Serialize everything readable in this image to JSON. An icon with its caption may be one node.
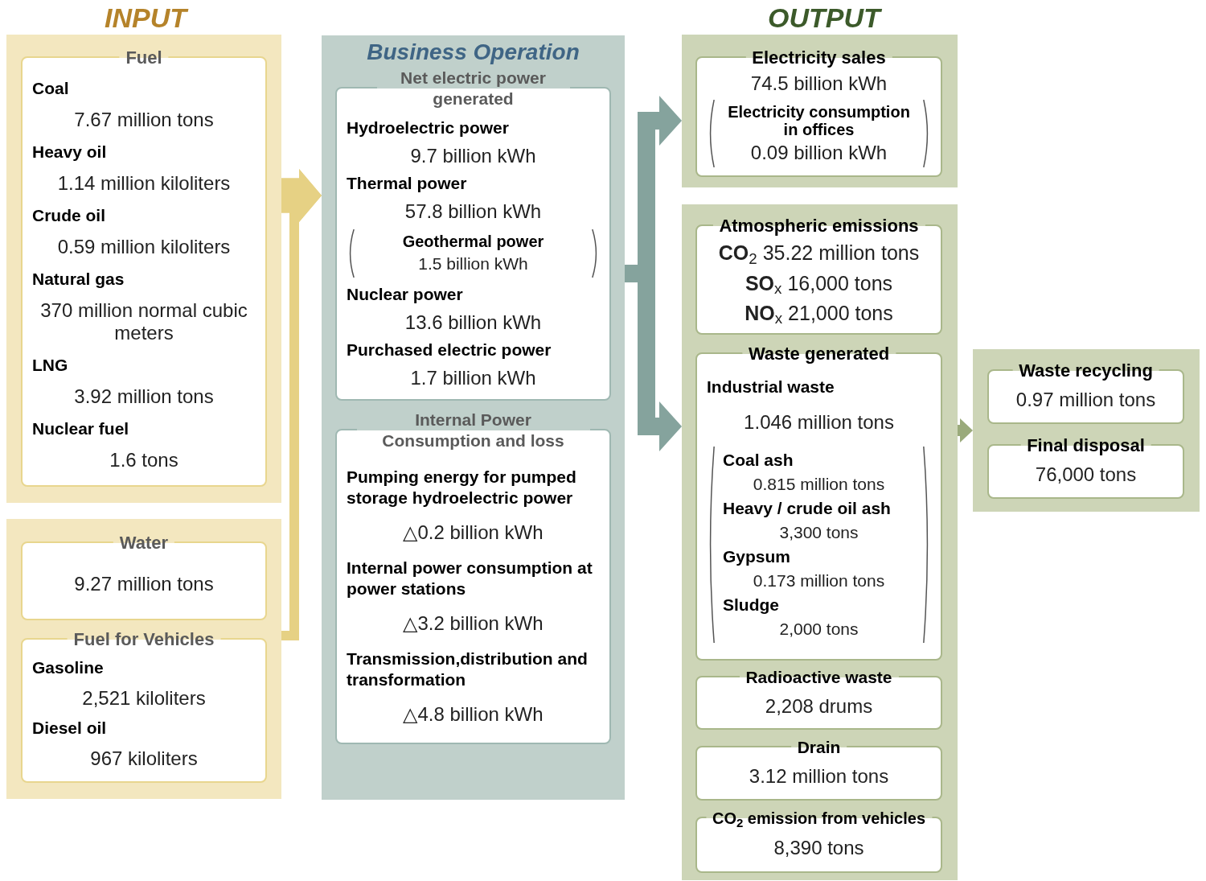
{
  "diagram": {
    "nodes": [
      {
        "text": [],
        "shape": "box"
      },
      {
        "text": [
          "Fuel",
          "Coal",
          "7.67 million tons",
          "Heavy oil",
          "1.14 million kiloliters",
          "Crude oil",
          "0.59 million kiloliters",
          "Natural gas",
          "370 million normal cubic meters",
          "LNG",
          "3.92 million tons",
          "Nuclear fuel",
          "1.6 tons"
        ],
        "in": 0
      },
      {
        "text": [],
        "shape": "box"
      },
      {
        "text": [
          "Water",
          "9.27 million tons"
        ],
        "in": 2
      },
      {
        "text": [
          "Fuel for Vehicles",
          "Gasoline",
          "2,521 kiloliters",
          "Diesel oil",
          "967 kiloliters"
        ],
        "in": 2
      },
      {
        "text": [
          "Business Operation"
        ]
      },
      {
        "text": [
          "Net electric power generated",
          "Hydroelectric power",
          "9.7 billion kWh",
          "Thermal power",
          "57.8 billion kWh",
          "Geothermal power",
          "1.5 billion kWh",
          "Nuclear power",
          "13.6 billion kWh",
          "Purchased electric power",
          "1.7 billion kWh"
        ],
        "in": 5
      },
      {
        "text": [
          "Internal Power Consumption and loss",
          "Pumping energy for pumped storage hydroelectric power",
          "△0.2 billion kWh",
          "Internal power consumption at power stations",
          "△3.2 billion kWh",
          "Transmission,distribution and transformation",
          "△4.8 billion kWh"
        ],
        "in": 5
      },
      {
        "text": [],
        "shape": "box"
      },
      {
        "text": [
          "Electricity sales",
          "74.5 billion kWh",
          "Electricity consumption in offices",
          "0.09 billion kWh"
        ],
        "in": 8
      },
      {
        "text": [],
        "shape": "box"
      },
      {
        "text": [
          "Atmospheric emissions",
          "**CO**$_{2}$ 35.22 million tons",
          "**SO**$_{x}$ 16,000 tons",
          "**NO**$_{x}$ 21,000 tons"
        ],
        "in": 10
      },
      {
        "text": [
          "Waste generated",
          "Industrial waste",
          "1.046 million tons",
          "Coal ash",
          "0.815 million tons",
          "Heavy / crude oil ash",
          "3,300 tons",
          "Gypsum",
          "0.173 million tons",
          "Sludge",
          "2,000 tons"
        ],
        "in": 10
      },
      {
        "text": [
          "Radioactive waste",
          "2,208 drums"
        ],
        "in": 10
      },
      {
        "text": [
          "Drain",
          "3.12 million tons"
        ],
        "in": 10
      },
      {
        "text": [
          "CO$_{2}$ emission from vehicles",
          "8,390 tons"
        ],
        "in": 10
      },
      {
        "text": [],
        "shape": "box"
      },
      {
        "text": [
          "Waste recycling",
          "0.97 million tons"
        ],
        "in": 16
      },
      {
        "text": [
          "Final disposal",
          "76,000 tons"
        ],
        "in": 16
      }
    ],
    "edges": [
      {
        "from": 0,
        "to": 5,
        "arrow": "to",
        "style": "thick",
        "color": "#e6d184"
      },
      {
        "from": 2,
        "to": 5,
        "arrow": "to",
        "color": "#e6d184"
      },
      {
        "from": 5,
        "to": 8,
        "arrow": "to",
        "color": "#85a39d"
      },
      {
        "from": 5,
        "to": 10,
        "arrow": "to",
        "color": "#85a39d"
      },
      {
        "from": 12,
        "to": 16,
        "arrow": "to",
        "color": "#9aaa7b"
      }
    ],
    "labels": [
      "INPUT",
      "OUTPUT"
    ]
  }
}
